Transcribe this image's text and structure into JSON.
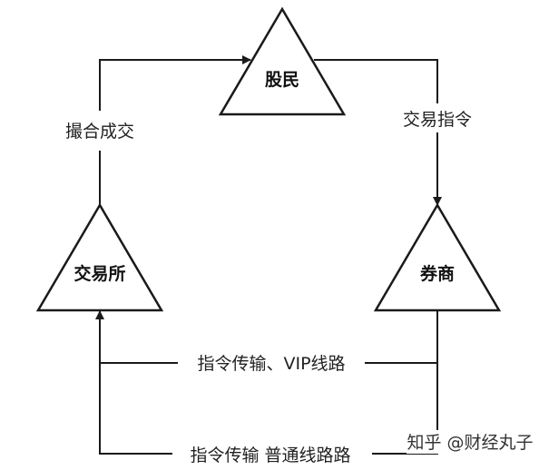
{
  "nodes": {
    "shareholder": "股民",
    "exchange": "交易所",
    "broker": "券商"
  },
  "edges": {
    "matching": "撮合成交",
    "trade_order": "交易指令",
    "vip_route": "指令传输、VIP线路",
    "normal_route": "指令传输 普通线路路"
  },
  "watermark": "知乎 @财经丸子",
  "colors": {
    "stroke": "#1a1a1a",
    "background": "#ffffff"
  }
}
